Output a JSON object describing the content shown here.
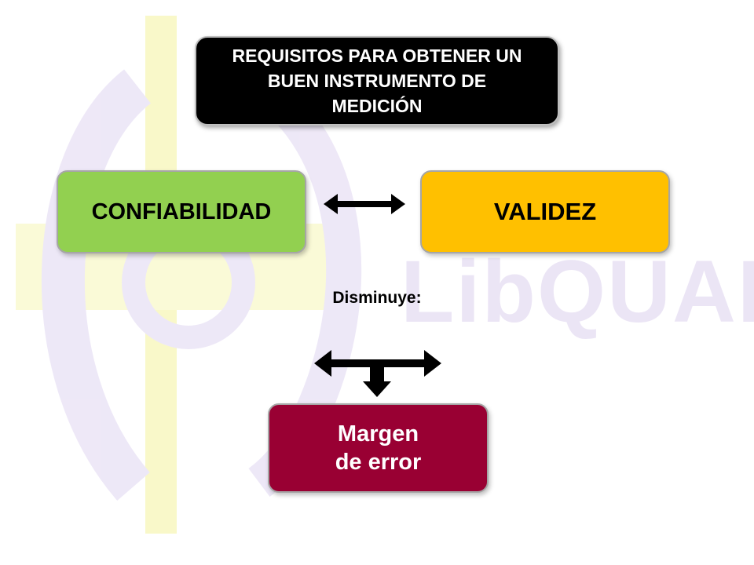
{
  "watermark": {
    "text": "LibQUAL+",
    "color": "#c9b8e6",
    "accent": "#f2f07a"
  },
  "title": {
    "lines": [
      "REQUISITOS PARA OBTENER UN",
      "BUEN INSTRUMENTO DE",
      "MEDICIÓN"
    ]
  },
  "boxes": {
    "confiabilidad": "CONFIABILIDAD",
    "validez": "VALIDEZ",
    "margen_line1": "Margen",
    "margen_line2": "de error"
  },
  "connector_label": "Disminuye:",
  "colors": {
    "title_bg": "#000000",
    "confiabilidad_bg": "#92d050",
    "validez_bg": "#ffc000",
    "margen_bg": "#990033"
  }
}
